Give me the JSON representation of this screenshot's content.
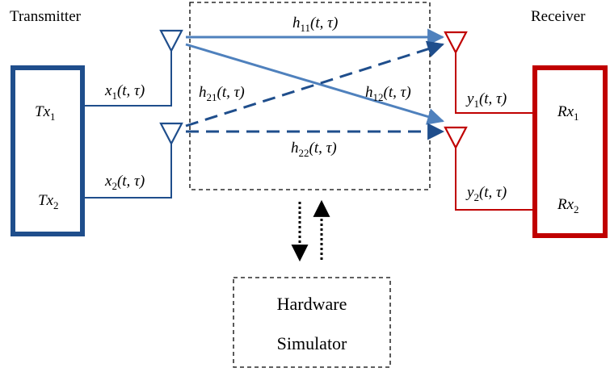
{
  "transmitter": {
    "title": "Transmitter",
    "color": "#1f4e8c",
    "ports": [
      {
        "name": "Tx",
        "sub": "1"
      },
      {
        "name": "Tx",
        "sub": "2"
      }
    ],
    "signals": [
      {
        "name": "x",
        "sub": "1",
        "args": "(t, τ)"
      },
      {
        "name": "x",
        "sub": "2",
        "args": "(t, τ)"
      }
    ]
  },
  "receiver": {
    "title": "Receiver",
    "color": "#c00000",
    "ports": [
      {
        "name": "Rx",
        "sub": "1"
      },
      {
        "name": "Rx",
        "sub": "2"
      }
    ],
    "signals": [
      {
        "name": "y",
        "sub": "1",
        "args": "(t, τ)"
      },
      {
        "name": "y",
        "sub": "2",
        "args": "(t, τ)"
      }
    ]
  },
  "channels": [
    {
      "name": "h",
      "sub": "11",
      "args": "(t, τ)",
      "style": "solid",
      "color": "#4f81bd"
    },
    {
      "name": "h",
      "sub": "12",
      "args": "(t, τ)",
      "style": "solid",
      "color": "#4f81bd"
    },
    {
      "name": "h",
      "sub": "21",
      "args": "(t, τ)",
      "style": "dashed",
      "color": "#1f4e8c"
    },
    {
      "name": "h",
      "sub": "22",
      "args": "(t, τ)",
      "style": "dashed",
      "color": "#1f4e8c"
    }
  ],
  "simulator": {
    "line1": "Hardware",
    "line2": "Simulator"
  }
}
